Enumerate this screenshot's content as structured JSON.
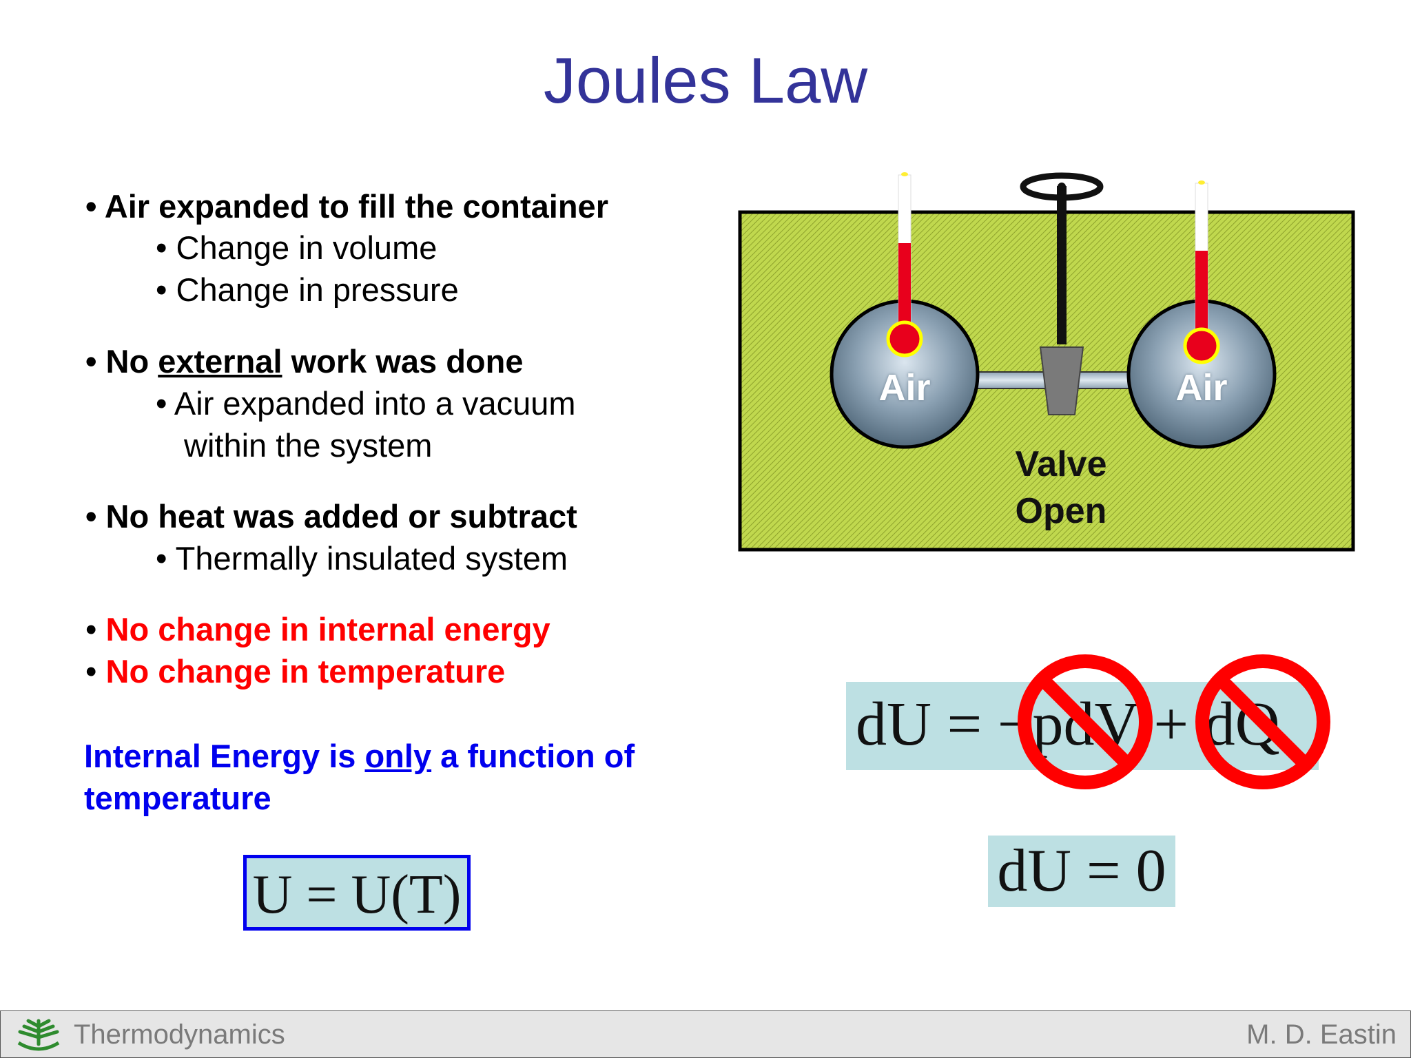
{
  "title": "Joules Law",
  "bullets": {
    "b1": "Air expanded to fill the container",
    "b1_sub1": "Change in volume",
    "b1_sub2": "Change in pressure",
    "b2_pre": "No ",
    "b2_under": "external",
    "b2_post": " work was done",
    "b2_sub1": "Air expanded into a vacuum",
    "b2_sub2": "within the system",
    "b3": "No heat was added or subtract",
    "b3_sub1": "Thermally insulated system",
    "b4": "No change in internal energy",
    "b5": "No change in temperature"
  },
  "conclusion": {
    "line1_pre": "Internal Energy is ",
    "line1_under": "only",
    "line1_post": " a function of",
    "line2": "temperature"
  },
  "formulas": {
    "u_of_t": "U = U(T)",
    "first_law": "dU = −pdV + dQ",
    "result": "dU = 0"
  },
  "diagram": {
    "left_sphere": "Air",
    "right_sphere": "Air",
    "valve_line1": "Valve",
    "valve_line2": "Open",
    "colors": {
      "insulation": "#b5cc3f",
      "mercury": "#e8001c",
      "sphere": "#7f95a5",
      "prohibition": "#ff0000"
    }
  },
  "footer": {
    "left": "Thermodynamics",
    "right": "M. D. Eastin"
  }
}
